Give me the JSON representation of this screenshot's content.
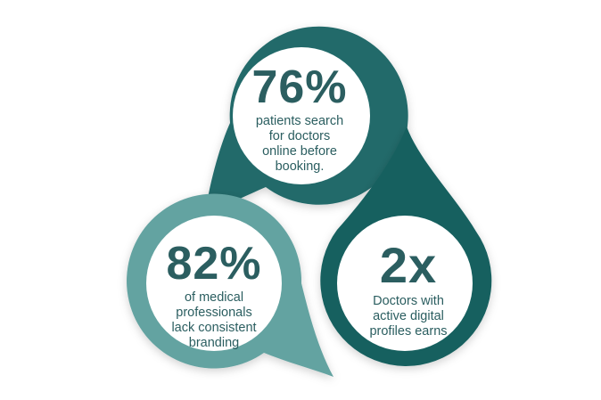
{
  "stats": [
    {
      "value": "76%",
      "lines": [
        "patients search",
        "for doctors",
        "online before",
        "booking."
      ],
      "color": "#246b6b"
    },
    {
      "value": "82%",
      "lines": [
        "of medical",
        "professionals",
        "lack consistent",
        "branding"
      ],
      "color": "#64a3a1"
    },
    {
      "value": "2x",
      "lines": [
        "Doctors with",
        "active digital",
        "profiles earns"
      ],
      "color": "#16605f"
    }
  ],
  "text_color": "#2b5e60"
}
